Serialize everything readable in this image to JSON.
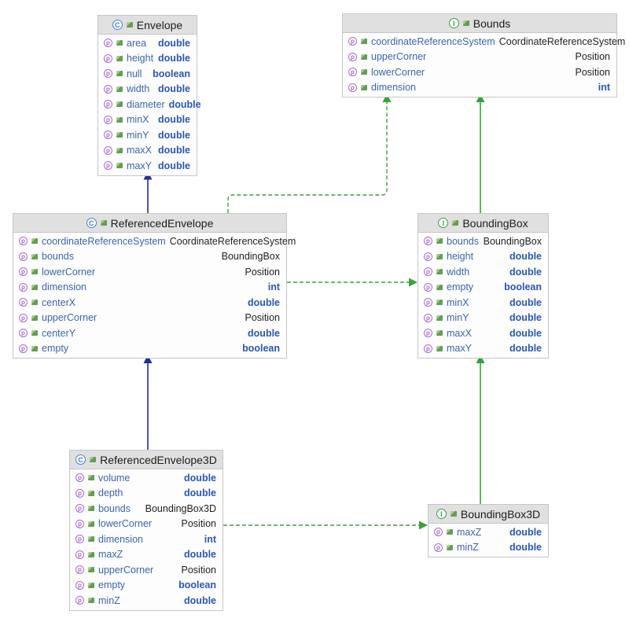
{
  "diagram": {
    "icons": {
      "class": "C",
      "interface": "I",
      "property": "p",
      "modifier": "modifier-icon"
    },
    "colors": {
      "extends_class_arrow": "#232e9b",
      "interface_arrow": "#3aa23a",
      "header_bg": "#e0e0e0",
      "box_border": "#c6c6c6",
      "member_name": "#3b64b0",
      "primitive_type": "#2a56b5",
      "object_type": "#1f1f1f"
    },
    "classes": [
      {
        "id": "envelope",
        "kind": "class",
        "name": "Envelope",
        "members": [
          {
            "name": "area",
            "type": "double",
            "primitive": true
          },
          {
            "name": "height",
            "type": "double",
            "primitive": true
          },
          {
            "name": "null",
            "type": "boolean",
            "primitive": true
          },
          {
            "name": "width",
            "type": "double",
            "primitive": true
          },
          {
            "name": "diameter",
            "type": "double",
            "primitive": true
          },
          {
            "name": "minX",
            "type": "double",
            "primitive": true
          },
          {
            "name": "minY",
            "type": "double",
            "primitive": true
          },
          {
            "name": "maxX",
            "type": "double",
            "primitive": true
          },
          {
            "name": "maxY",
            "type": "double",
            "primitive": true
          }
        ]
      },
      {
        "id": "bounds",
        "kind": "interface",
        "name": "Bounds",
        "members": [
          {
            "name": "coordinateReferenceSystem",
            "type": "CoordinateReferenceSystem",
            "primitive": false
          },
          {
            "name": "upperCorner",
            "type": "Position",
            "primitive": false
          },
          {
            "name": "lowerCorner",
            "type": "Position",
            "primitive": false
          },
          {
            "name": "dimension",
            "type": "int",
            "primitive": true
          }
        ]
      },
      {
        "id": "referencedenvelope",
        "kind": "class",
        "name": "ReferencedEnvelope",
        "members": [
          {
            "name": "coordinateReferenceSystem",
            "type": "CoordinateReferenceSystem",
            "primitive": false
          },
          {
            "name": "bounds",
            "type": "BoundingBox",
            "primitive": false
          },
          {
            "name": "lowerCorner",
            "type": "Position",
            "primitive": false
          },
          {
            "name": "dimension",
            "type": "int",
            "primitive": true
          },
          {
            "name": "centerX",
            "type": "double",
            "primitive": true
          },
          {
            "name": "upperCorner",
            "type": "Position",
            "primitive": false
          },
          {
            "name": "centerY",
            "type": "double",
            "primitive": true
          },
          {
            "name": "empty",
            "type": "boolean",
            "primitive": true
          }
        ]
      },
      {
        "id": "boundingbox",
        "kind": "interface",
        "name": "BoundingBox",
        "members": [
          {
            "name": "bounds",
            "type": "BoundingBox",
            "primitive": false
          },
          {
            "name": "height",
            "type": "double",
            "primitive": true
          },
          {
            "name": "width",
            "type": "double",
            "primitive": true
          },
          {
            "name": "empty",
            "type": "boolean",
            "primitive": true
          },
          {
            "name": "minX",
            "type": "double",
            "primitive": true
          },
          {
            "name": "minY",
            "type": "double",
            "primitive": true
          },
          {
            "name": "maxX",
            "type": "double",
            "primitive": true
          },
          {
            "name": "maxY",
            "type": "double",
            "primitive": true
          }
        ]
      },
      {
        "id": "referencedenvelope3d",
        "kind": "class",
        "name": "ReferencedEnvelope3D",
        "members": [
          {
            "name": "volume",
            "type": "double",
            "primitive": true
          },
          {
            "name": "depth",
            "type": "double",
            "primitive": true
          },
          {
            "name": "bounds",
            "type": "BoundingBox3D",
            "primitive": false
          },
          {
            "name": "lowerCorner",
            "type": "Position",
            "primitive": false
          },
          {
            "name": "dimension",
            "type": "int",
            "primitive": true
          },
          {
            "name": "maxZ",
            "type": "double",
            "primitive": true
          },
          {
            "name": "upperCorner",
            "type": "Position",
            "primitive": false
          },
          {
            "name": "empty",
            "type": "boolean",
            "primitive": true
          },
          {
            "name": "minZ",
            "type": "double",
            "primitive": true
          }
        ]
      },
      {
        "id": "boundingbox3d",
        "kind": "interface",
        "name": "BoundingBox3D",
        "members": [
          {
            "name": "maxZ",
            "type": "double",
            "primitive": true
          },
          {
            "name": "minZ",
            "type": "double",
            "primitive": true
          }
        ]
      }
    ],
    "relationships": [
      {
        "from": "ReferencedEnvelope",
        "to": "Envelope",
        "type": "extends"
      },
      {
        "from": "ReferencedEnvelope",
        "to": "Bounds",
        "type": "implements"
      },
      {
        "from": "ReferencedEnvelope",
        "to": "BoundingBox",
        "type": "implements"
      },
      {
        "from": "BoundingBox",
        "to": "Bounds",
        "type": "extends"
      },
      {
        "from": "ReferencedEnvelope3D",
        "to": "ReferencedEnvelope",
        "type": "extends"
      },
      {
        "from": "ReferencedEnvelope3D",
        "to": "BoundingBox3D",
        "type": "implements"
      },
      {
        "from": "BoundingBox3D",
        "to": "BoundingBox",
        "type": "extends"
      }
    ]
  }
}
